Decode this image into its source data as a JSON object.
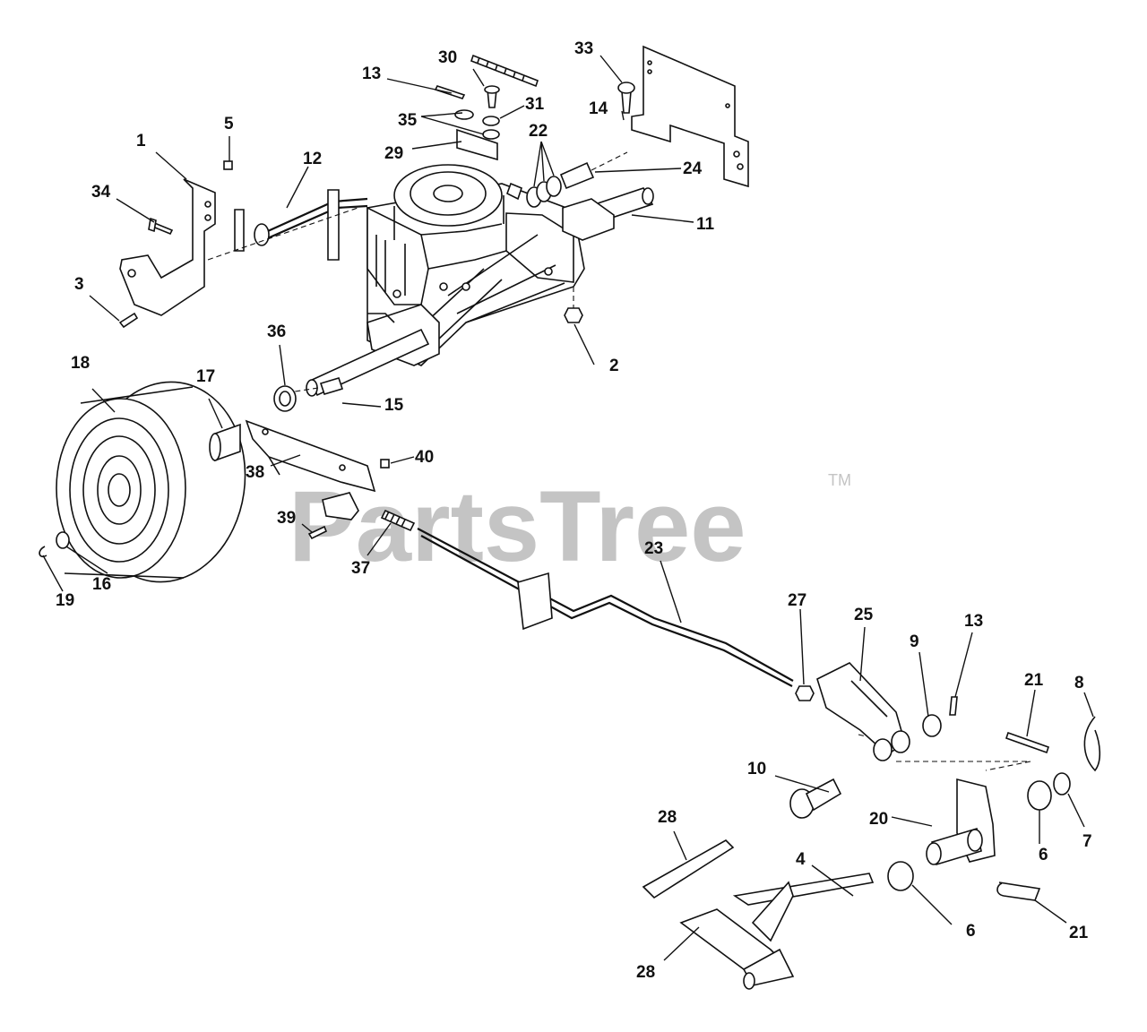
{
  "watermark": {
    "text": "PartsTree",
    "tm": "TM"
  },
  "labels": {
    "p1": "1",
    "p2": "2",
    "p3": "3",
    "p4": "4",
    "p5": "5",
    "p6a": "6",
    "p6b": "6",
    "p7": "7",
    "p8": "8",
    "p9": "9",
    "p10": "10",
    "p11": "11",
    "p12": "12",
    "p13a": "13",
    "p13b": "13",
    "p14": "14",
    "p15": "15",
    "p16": "16",
    "p17": "17",
    "p18": "18",
    "p19": "19",
    "p20": "20",
    "p21a": "21",
    "p21b": "21",
    "p22": "22",
    "p23": "23",
    "p24": "24",
    "p25": "25",
    "p27": "27",
    "p28a": "28",
    "p28b": "28",
    "p29": "29",
    "p30": "30",
    "p31": "31",
    "p33": "33",
    "p34": "34",
    "p35": "35",
    "p36": "36",
    "p37": "37",
    "p38": "38",
    "p39": "39",
    "p40": "40"
  }
}
